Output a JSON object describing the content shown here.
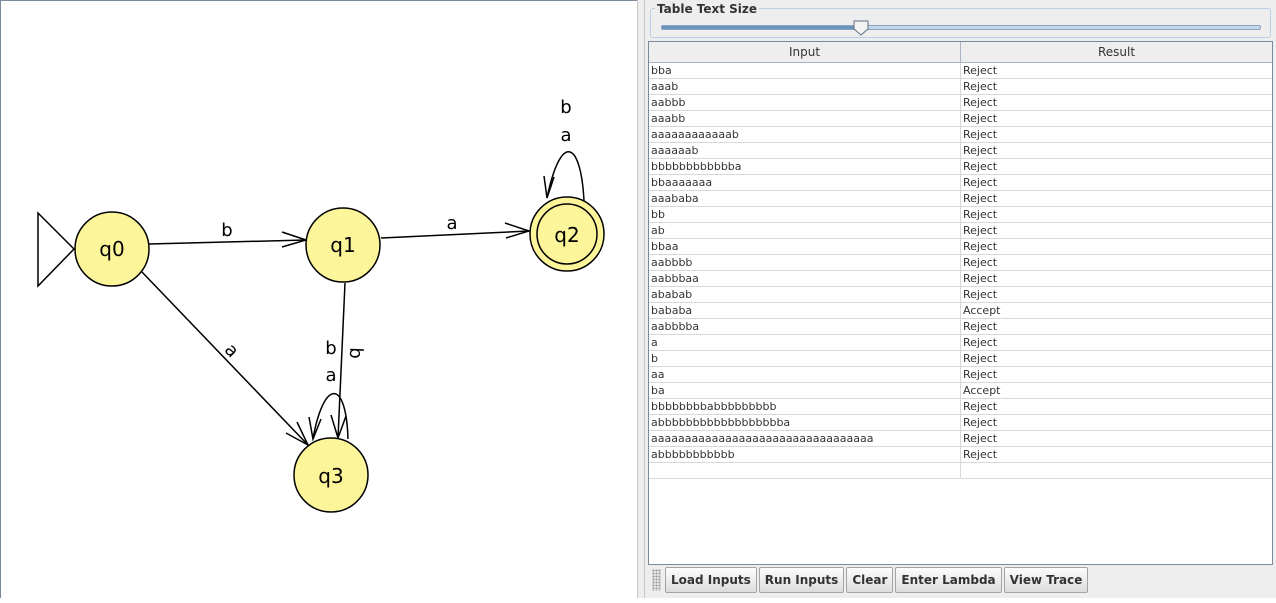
{
  "automaton": {
    "states": [
      "q0",
      "q1",
      "q2",
      "q3"
    ],
    "initial_state": "q0",
    "final_states": [
      "q2"
    ],
    "transitions": [
      {
        "from": "q0",
        "to": "q1",
        "label": "b"
      },
      {
        "from": "q1",
        "to": "q2",
        "label": "a"
      },
      {
        "from": "q0",
        "to": "q3",
        "label": "a"
      },
      {
        "from": "q1",
        "to": "q3",
        "label": "b"
      },
      {
        "from": "q1",
        "to": "q3",
        "label": "b"
      },
      {
        "from": "q2",
        "to": "q2",
        "labels": [
          "a",
          "b"
        ]
      },
      {
        "from": "q3",
        "to": "q3",
        "labels": [
          "a"
        ]
      }
    ],
    "state_fill": "#fcf59a",
    "edge_color": "#000000"
  },
  "slider": {
    "title": "Table Text Size",
    "value_fraction": 0.335
  },
  "table": {
    "headers": {
      "input": "Input",
      "result": "Result"
    },
    "rows": [
      {
        "input": "bba",
        "result": "Reject"
      },
      {
        "input": "aaab",
        "result": "Reject"
      },
      {
        "input": "aabbb",
        "result": "Reject"
      },
      {
        "input": "aaabb",
        "result": "Reject"
      },
      {
        "input": "aaaaaaaaaaaab",
        "result": "Reject"
      },
      {
        "input": "aaaaaab",
        "result": "Reject"
      },
      {
        "input": "bbbbbbbbbbbba",
        "result": "Reject"
      },
      {
        "input": "bbaaaaaaa",
        "result": "Reject"
      },
      {
        "input": "aaababa",
        "result": "Reject"
      },
      {
        "input": "bb",
        "result": "Reject"
      },
      {
        "input": "ab",
        "result": "Reject"
      },
      {
        "input": "bbaa",
        "result": "Reject"
      },
      {
        "input": "aabbbb",
        "result": "Reject"
      },
      {
        "input": "aabbbaa",
        "result": "Reject"
      },
      {
        "input": "ababab",
        "result": "Reject"
      },
      {
        "input": "bababa",
        "result": "Accept"
      },
      {
        "input": "aabbbba",
        "result": "Reject"
      },
      {
        "input": "a",
        "result": "Reject"
      },
      {
        "input": "b",
        "result": "Reject"
      },
      {
        "input": "aa",
        "result": "Reject"
      },
      {
        "input": "ba",
        "result": "Accept"
      },
      {
        "input": "bbbbbbbbabbbbbbbbb",
        "result": "Reject"
      },
      {
        "input": "abbbbbbbbbbbbbbbbbba",
        "result": "Reject"
      },
      {
        "input": "aaaaaaaaaaaaaaaaaaaaaaaaaaaaaaaaa",
        "result": "Reject"
      },
      {
        "input": "abbbbbbbbbbb",
        "result": "Reject"
      },
      {
        "input": "",
        "result": ""
      }
    ]
  },
  "toolbar": {
    "buttons": [
      {
        "id": "load-inputs",
        "label": "Load Inputs"
      },
      {
        "id": "run-inputs",
        "label": "Run Inputs"
      },
      {
        "id": "clear",
        "label": "Clear"
      },
      {
        "id": "enter-lambda",
        "label": "Enter Lambda"
      },
      {
        "id": "view-trace",
        "label": "View Trace"
      }
    ]
  }
}
